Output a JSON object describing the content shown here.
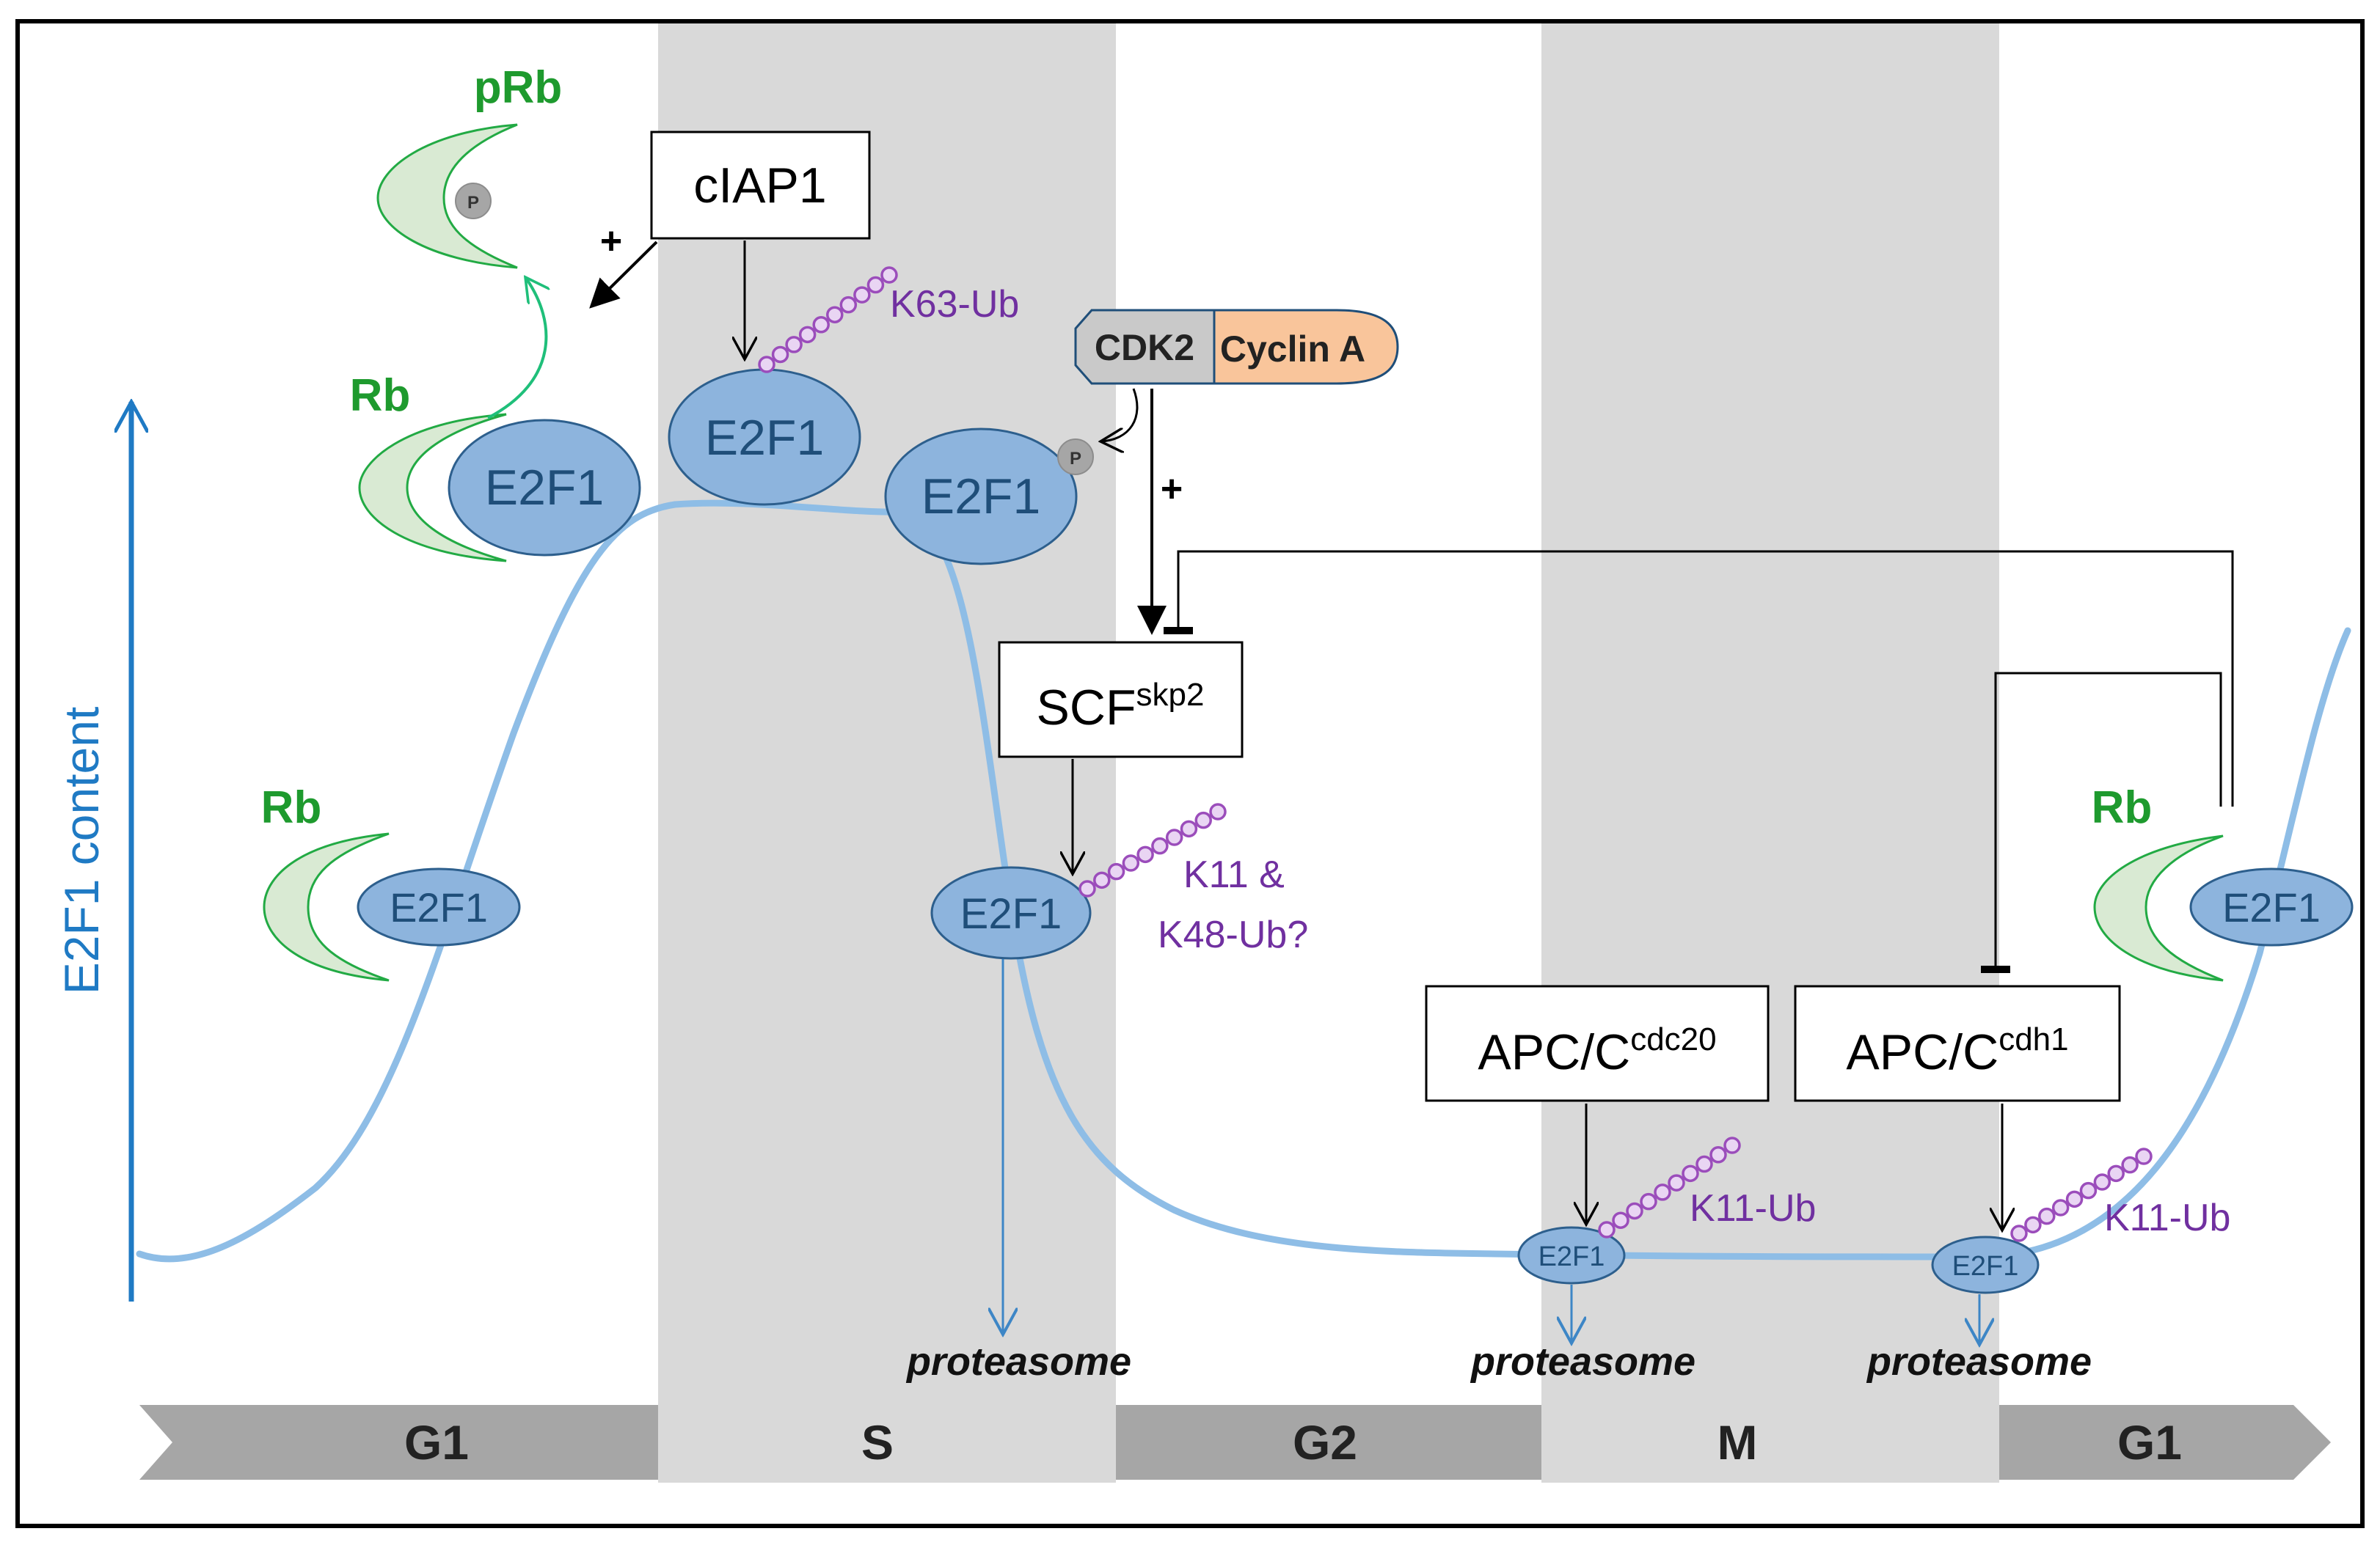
{
  "axis": {
    "ylabel": "E2F1 content"
  },
  "phases": [
    "G1",
    "S",
    "G2",
    "M",
    "G1"
  ],
  "labels": {
    "e2f1": "E2F1",
    "rb": "Rb",
    "prb": "pRb",
    "p": "P",
    "plus": "+",
    "ciap1": "cIAP1",
    "cdk2": "CDK2",
    "cyclin_a": "Cyclin A",
    "k63": "K63-Ub",
    "k11_k48_line1": "K11 &",
    "k11_k48_line2": "K48-Ub?",
    "k11": "K11-Ub",
    "proteasome": "proteasome"
  },
  "boxes": {
    "scf": {
      "main": "SCF",
      "sup": "skp2"
    },
    "apc_cdc20": {
      "main": "APC/C",
      "sup": "cdc20"
    },
    "apc_cdh1": {
      "main": "APC/C",
      "sup": "cdh1"
    }
  },
  "colors": {
    "e2f1_fill": "#8db4dd",
    "e2f1_stroke": "#2d5f8d",
    "e2f1_text": "#1f4e79",
    "rb_fill": "#d9ead3",
    "rb_stroke": "#22aa44",
    "rb_text": "#1e9a2e",
    "ub_stroke": "#9b4dbb",
    "ub_text": "#7030a0",
    "curve": "#8ebde6",
    "axis": "#1f7ac4",
    "band": "#d9d9d9",
    "phase_arrow": "#a6a6a6",
    "cyclin_fill": "#f9c59b",
    "cdk2_fill": "#c9c9c9"
  }
}
